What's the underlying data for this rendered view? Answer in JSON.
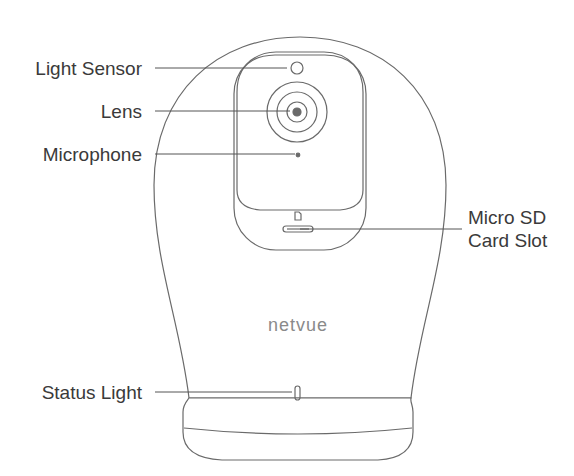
{
  "diagram": {
    "labels": [
      "Light Sensor",
      "Lens",
      "Microphone",
      "Micro SD Card Slot",
      "netvue",
      "Status Light"
    ]
  }
}
